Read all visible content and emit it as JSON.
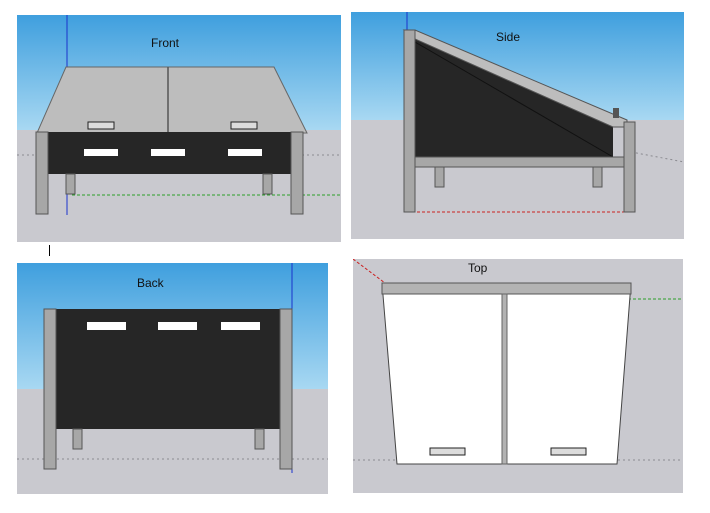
{
  "views": {
    "front": {
      "label": "Front"
    },
    "side": {
      "label": "Side"
    },
    "back": {
      "label": "Back"
    },
    "top": {
      "label": "Top"
    }
  },
  "colors": {
    "sky": "#5fb2e6",
    "ground": "#c9c9cf",
    "lid": "#bdbdbd",
    "panel": "#262626",
    "post": "#a7a7a7",
    "vent": "#ffffff",
    "axis_blue": "#1a33cc",
    "axis_red": "#cc2222",
    "axis_green": "#2aa02a"
  }
}
